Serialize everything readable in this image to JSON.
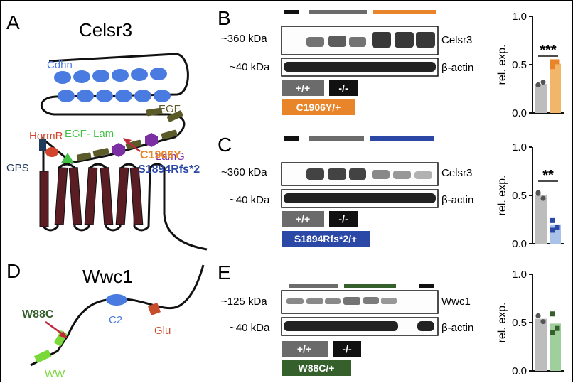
{
  "colors": {
    "black": "#111111",
    "gray": "#6b6b6b",
    "orange": "#e8852a",
    "blue": "#2b48a6",
    "green": "#35602c",
    "cdhn": "#4a7be0",
    "egf": "#5b5b2a",
    "lamg": "#7b2fa2",
    "hormr": "#d2442b",
    "gps": "#203a5c",
    "tm": "#5a1d24",
    "wwgreen": "#7ad83a",
    "c2blue": "#4a7be0",
    "glu": "#c74d2d",
    "bar_gray": "#bdbdbd",
    "bar_orange": "#f2b66a",
    "bar_blue": "#a9c3e8",
    "bar_green": "#9fcf9c"
  },
  "panels": {
    "A": {
      "letter": "A",
      "title": "Celsr3",
      "domains": {
        "cdhn": "Cdhn",
        "egf": "EGF",
        "egf_lam": "EGF- Lam",
        "hormr": "HormR",
        "lamg": "LamG",
        "gps": "GPS"
      },
      "mutations": {
        "m1": "C1906Y",
        "m2": "S1894Rfs*2"
      }
    },
    "B": {
      "letter": "B",
      "mw_top": "~360 kDa",
      "mw_bottom": "~40 kDa",
      "protein": "Celsr3",
      "loading": "β-actin",
      "genotypes": {
        "wt": "+/+",
        "ko": "-/-",
        "mut": "C1906Y/+"
      },
      "sig": "***"
    },
    "C": {
      "letter": "C",
      "mw_top": "~360 kDa",
      "mw_bottom": "~40 kDa",
      "protein": "Celsr3",
      "loading": "β-actin",
      "genotypes": {
        "wt": "+/+",
        "ko": "-/-",
        "mut": "S1894Rfs*2/+"
      },
      "sig": "**"
    },
    "D": {
      "letter": "D",
      "title": "Wwc1",
      "domains": {
        "ww": "WW",
        "c2": "C2",
        "glu": "Glu"
      },
      "mutation": "W88C"
    },
    "E": {
      "letter": "E",
      "mw_top": "~125 kDa",
      "mw_bottom": "~40 kDa",
      "protein": "Wwc1",
      "loading": "β-actin",
      "genotypes": {
        "wt": "+/+",
        "ko": "-/-",
        "mut": "W88C/+"
      }
    }
  },
  "chart_data": [
    {
      "type": "bar",
      "ylabel": "rel. exp.",
      "ylim": [
        0,
        1.0
      ],
      "yticks": [
        "0.0",
        "0.5",
        "1.0"
      ],
      "categories": [
        "+/+",
        "C1906Y/+"
      ],
      "values": [
        0.3,
        0.51
      ],
      "points": [
        [
          0.29,
          0.32,
          0.29
        ],
        [
          0.48,
          0.53,
          0.53
        ]
      ]
    },
    {
      "type": "bar",
      "ylabel": "rel. exp.",
      "ylim": [
        0,
        1.0
      ],
      "yticks": [
        "0.0",
        "0.5",
        "1.0"
      ],
      "categories": [
        "+/+",
        "S1894Rfs*2/+"
      ],
      "values": [
        0.5,
        0.2
      ],
      "points": [
        [
          0.53,
          0.47,
          0.52
        ],
        [
          0.24,
          0.17,
          0.14
        ]
      ]
    },
    {
      "type": "bar",
      "ylabel": "rel. exp.",
      "ylim": [
        0,
        1.0
      ],
      "yticks": [
        "0.0",
        "0.5",
        "1.0"
      ],
      "categories": [
        "+/+",
        "W88C/+"
      ],
      "values": [
        0.54,
        0.49
      ],
      "points": [
        [
          0.57,
          0.51,
          0.57
        ],
        [
          0.59,
          0.44,
          0.4
        ]
      ]
    }
  ]
}
